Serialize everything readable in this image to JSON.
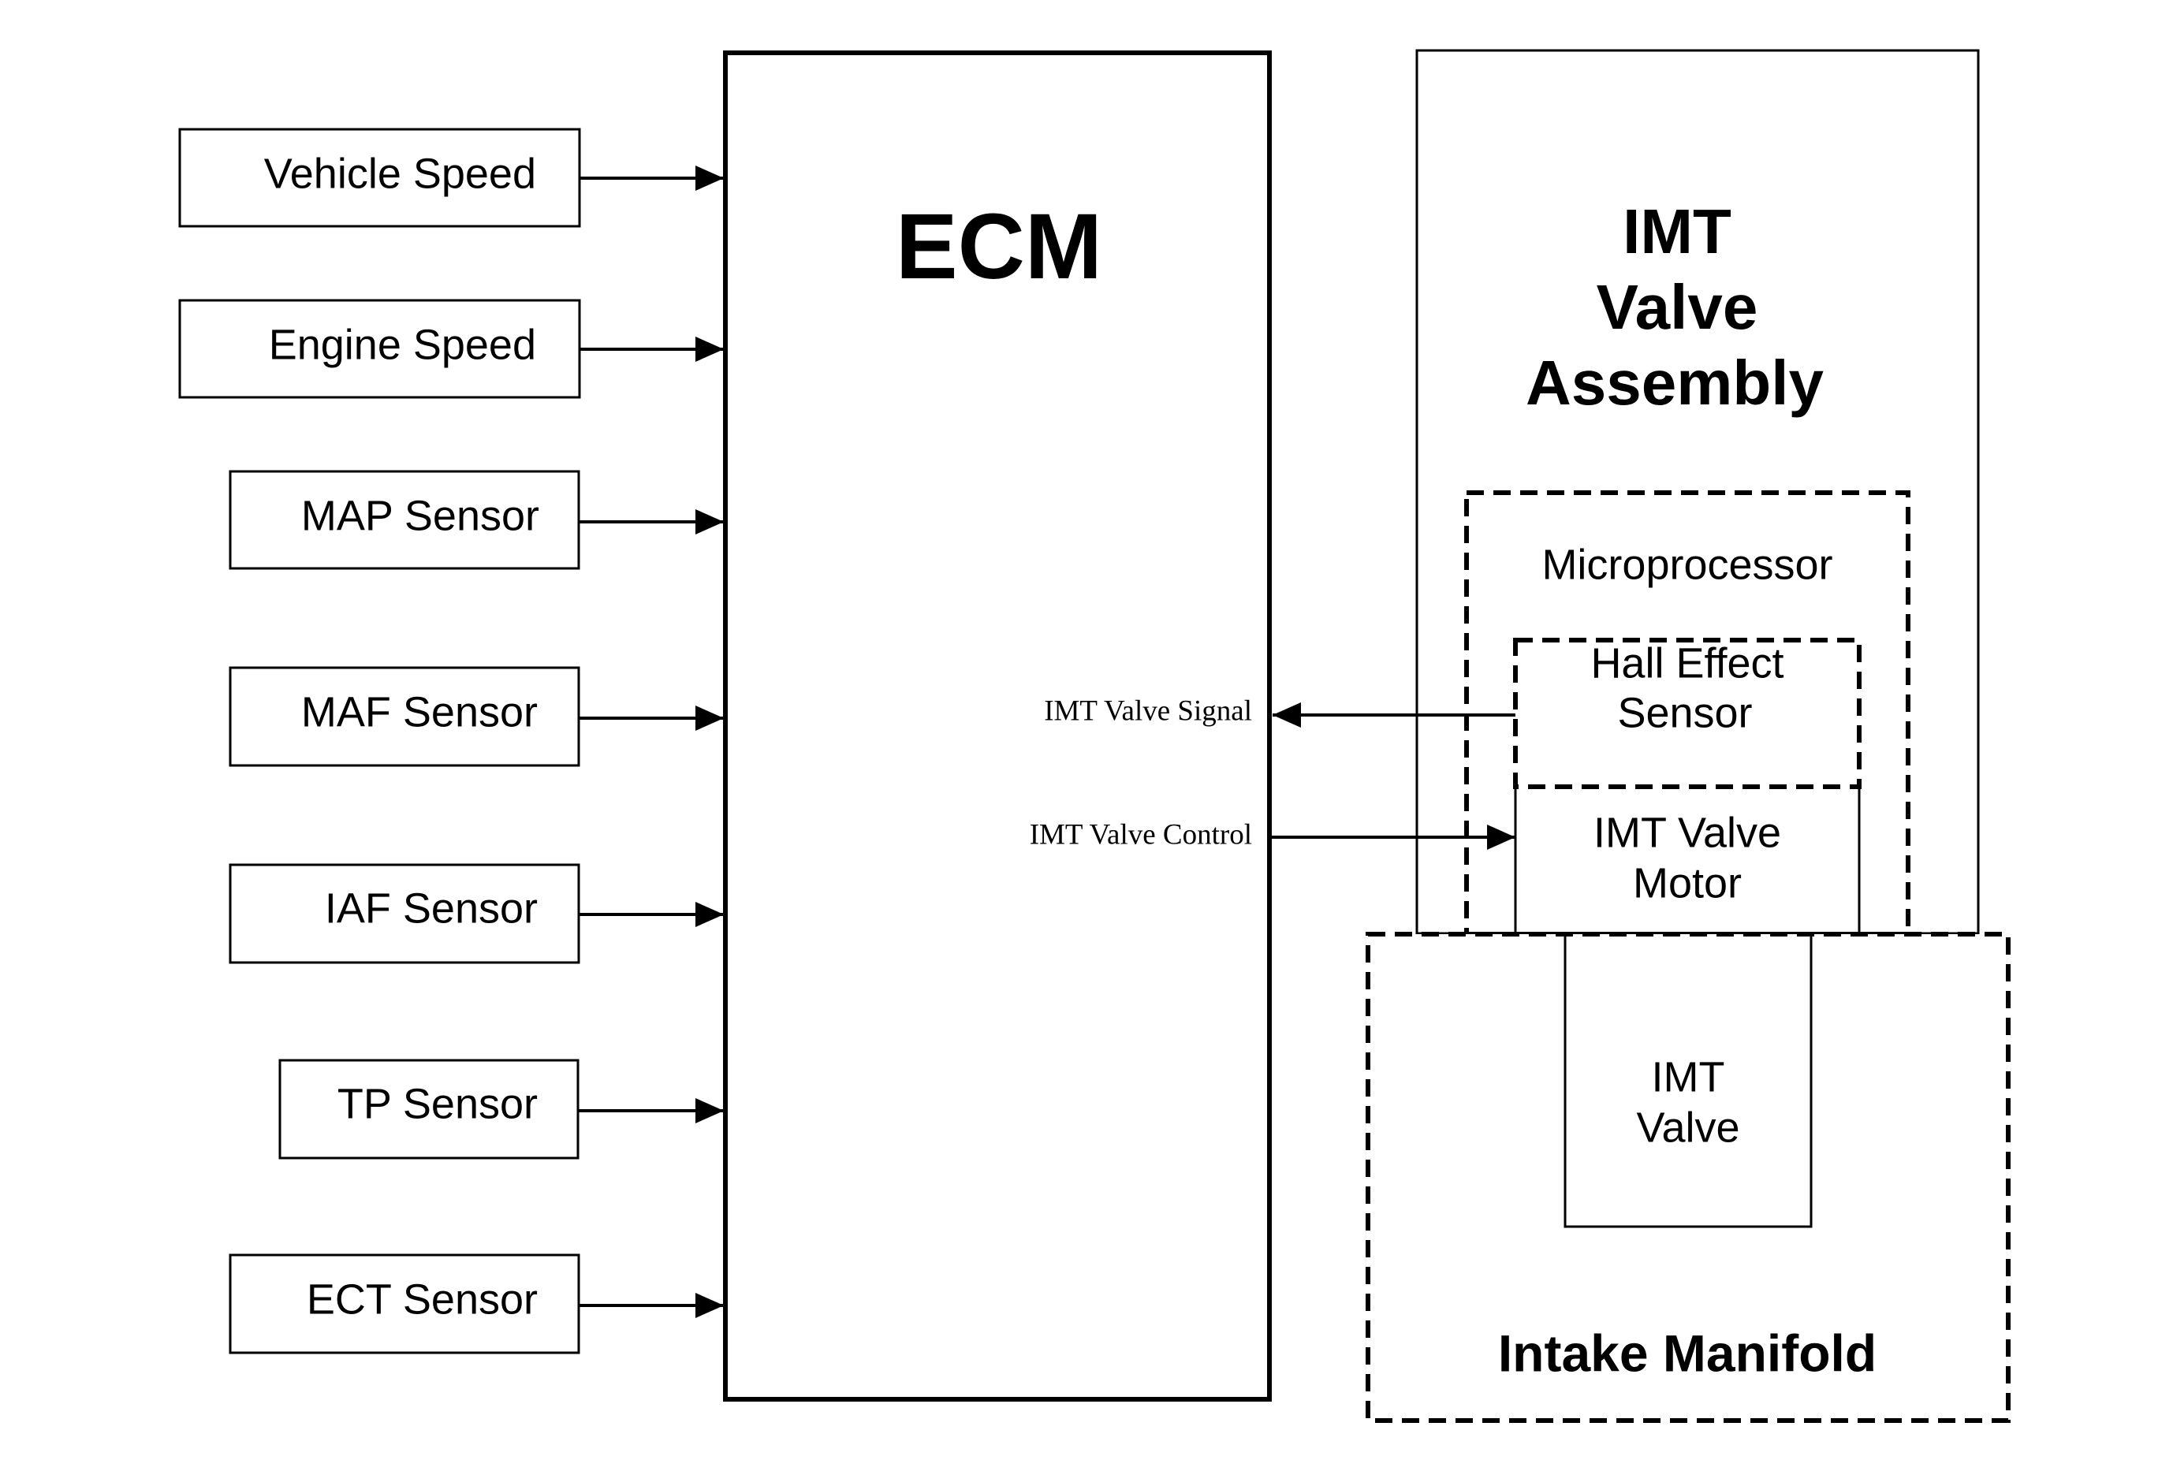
{
  "inputs": [
    {
      "label": "Vehicle Speed"
    },
    {
      "label": "Engine Speed"
    },
    {
      "label": "MAP Sensor"
    },
    {
      "label": "MAF Sensor"
    },
    {
      "label": "IAF Sensor"
    },
    {
      "label": "TP Sensor"
    },
    {
      "label": "ECT Sensor"
    }
  ],
  "ecm": {
    "title": "ECM"
  },
  "signals": {
    "valve_signal": "IMT Valve Signal",
    "valve_control": "IMT Valve Control"
  },
  "assembly": {
    "title_line1": "IMT",
    "title_line2": "Valve",
    "title_line3": "Assembly",
    "microprocessor": "Microprocessor",
    "hall_line1": "Hall Effect",
    "hall_line2": "Sensor",
    "motor_line1": "IMT Valve",
    "motor_line2": "Motor"
  },
  "manifold": {
    "title": "Intake Manifold",
    "valve_line1": "IMT",
    "valve_line2": "Valve"
  }
}
